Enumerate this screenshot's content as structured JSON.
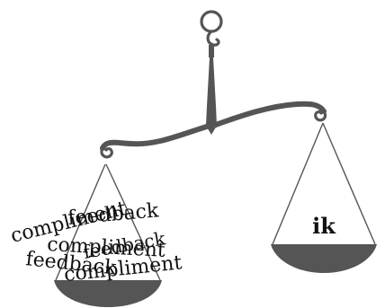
{
  "colors": {
    "metal": "#555555",
    "pan": "#555555",
    "string": "#555555",
    "text": "#111111",
    "background": "#ffffff"
  },
  "left_pan_words": [
    "feedback",
    "compliment",
    "compliment",
    "feedback",
    "feedback",
    "compliment"
  ],
  "right_pan_word": "ik"
}
